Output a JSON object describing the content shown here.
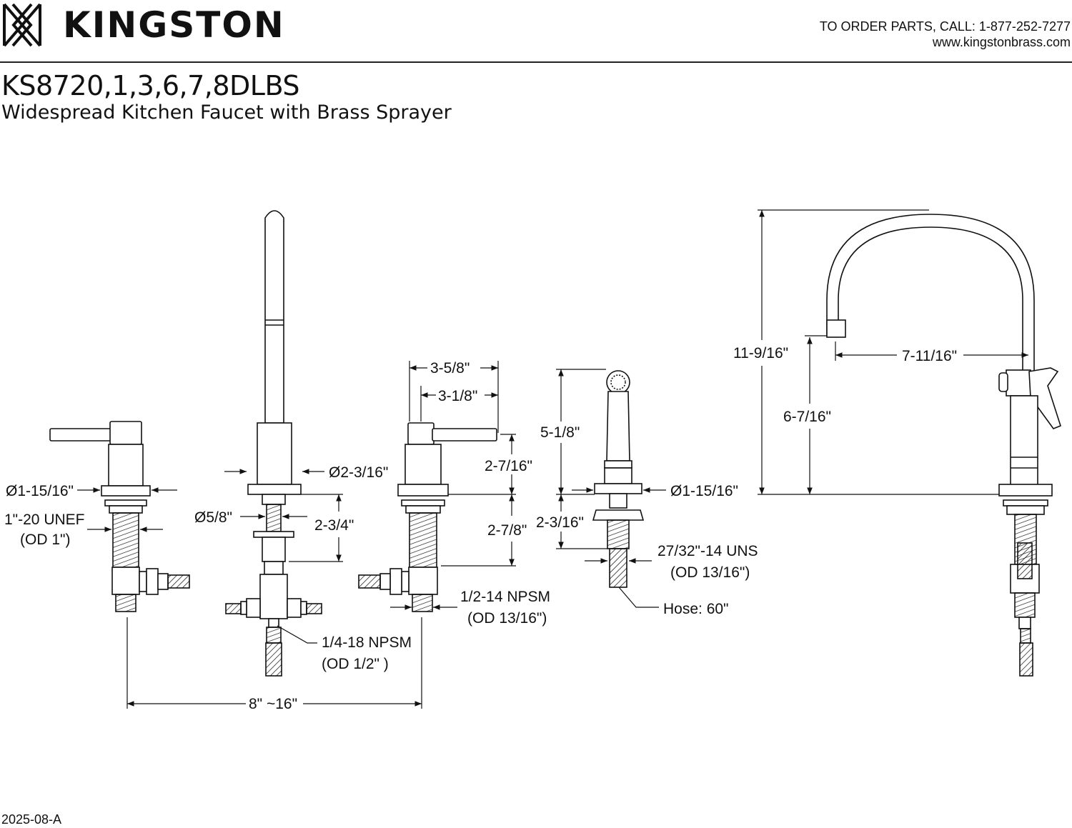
{
  "brand": {
    "name": "KINGSTON",
    "logo_icon": "kingston-diamond-logo"
  },
  "contact": {
    "order_line": "TO ORDER PARTS, CALL: 1-877-252-7277",
    "website": "www.kingstonbrass.com"
  },
  "product": {
    "model": "KS8720,1,3,6,7,8DLBS",
    "description": "Widespread Kitchen Faucet with Brass Sprayer"
  },
  "revision": "2025-08-A",
  "dimensions": {
    "handle_flange_dia": "Ø1-15/16\"",
    "handle_thread": "1\"-20 UNEF",
    "handle_thread_od": "(OD 1\")",
    "spout_base_dia": "Ø2-3/16\"",
    "spout_shank_dia": "Ø5/8\"",
    "spout_shank_len": "2-3/4\"",
    "lever_reach": "3-5/8\"",
    "lever_reach_inner": "3-1/8\"",
    "handle_height": "2-7/16\"",
    "handle_shank_len": "2-7/8\"",
    "valve_outlet": "1/2-14 NPSM",
    "valve_outlet_od": "(OD 13/16\")",
    "tee_thread": "1/4-18 NPSM",
    "tee_thread_od": "(OD 1/2\" )",
    "spread": "8\" ~16\"",
    "sprayer_height": "5-1/8\"",
    "sprayer_flange_dia": "Ø1-15/16\"",
    "sprayer_shank_len": "2-3/16\"",
    "sprayer_thread": "27/32\"-14 UNS",
    "sprayer_thread_od": "(OD 13/16\")",
    "hose": "Hose: 60\"",
    "overall_height": "11-9/16\"",
    "spout_reach": "7-11/16\"",
    "spout_clearance": "6-7/16\""
  }
}
